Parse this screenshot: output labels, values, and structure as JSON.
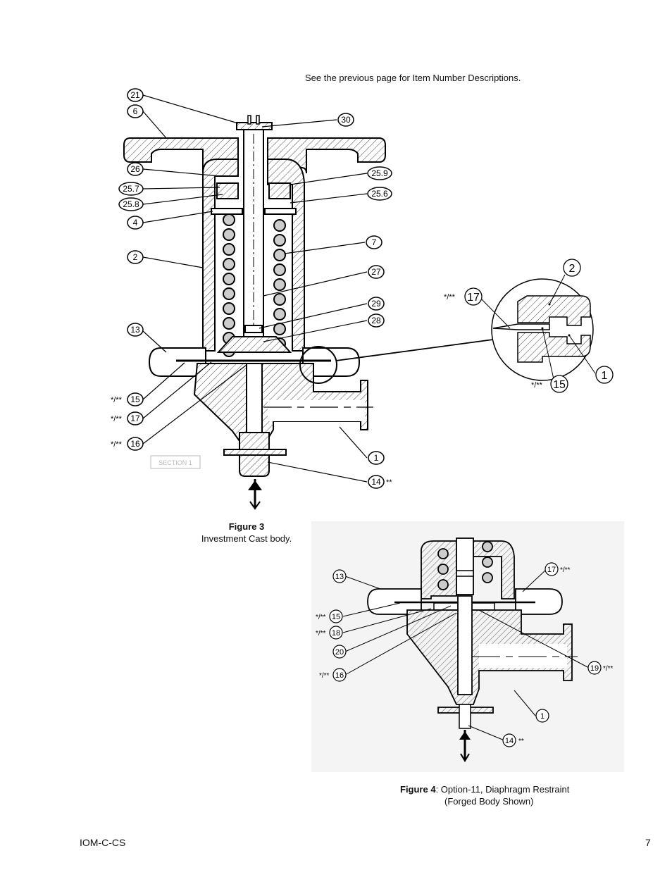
{
  "note": "See the previous page for Item Number Descriptions.",
  "figure3": {
    "label": "Figure 3",
    "caption": "Investment Cast body.",
    "section_mark": "SECTION 1",
    "callouts_left": [
      "21",
      "6",
      "26",
      "25.7",
      "25.8",
      "4",
      "2",
      "13",
      "15",
      "17",
      "16"
    ],
    "callouts_right": [
      "30",
      "25.9",
      "25.6",
      "7",
      "27",
      "29",
      "28",
      "1",
      "14"
    ],
    "prefix": "*/**",
    "suffix": "**",
    "detail_callouts": [
      "2",
      "17",
      "1",
      "15"
    ]
  },
  "figure4": {
    "label": "Figure 4",
    "caption_line1": ":  Option-11, Diaphragm Restraint",
    "caption_line2": "(Forged Body Shown)",
    "callouts": [
      "13",
      "15",
      "18",
      "20",
      "16",
      "17",
      "19",
      "1",
      "14"
    ],
    "prefix": "*/**",
    "suffix": "**"
  },
  "footer": {
    "doc_id": "IOM-C-CS",
    "page": "7"
  }
}
